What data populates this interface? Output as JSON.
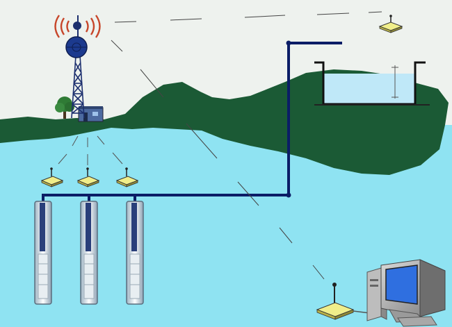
{
  "scene": {
    "colors": {
      "sky": "#eef2ee",
      "water": "#8fe3f2",
      "ground": "#1b5a35",
      "pipe": "#0b1d66",
      "tank_water": "#bfe8f8",
      "module": "#f0ee8a"
    },
    "elements": {
      "tower": "radio-tower-icon",
      "house": "pump-house-icon",
      "tree": "tree-icon",
      "wells": [
        "well-pump-1",
        "well-pump-2",
        "well-pump-3"
      ],
      "wireless_modules": [
        "field-module-1",
        "field-module-2",
        "field-module-3",
        "tank-module",
        "pc-module"
      ],
      "tank": "reservoir-tank",
      "computer": "control-computer-icon"
    }
  }
}
